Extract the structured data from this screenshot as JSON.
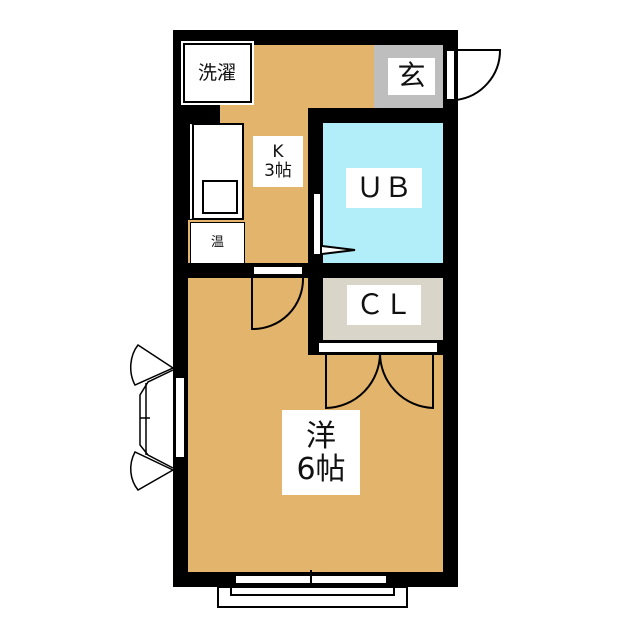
{
  "rooms": {
    "laundry": {
      "label": "洗濯"
    },
    "entrance": {
      "label": "玄"
    },
    "kitchen": {
      "label": "K",
      "size": "3帖"
    },
    "water_heater": {
      "label": "温"
    },
    "bath": {
      "label": "ＵＢ"
    },
    "closet": {
      "label": "ＣＬ"
    },
    "western_room": {
      "label": "洋",
      "size": "6帖"
    }
  },
  "colors": {
    "floor": "#E2B46C",
    "bath": "#B2EEFA",
    "closet": "#D9D5C9",
    "entrance": "#BEBEBE",
    "wall": "#000000"
  }
}
